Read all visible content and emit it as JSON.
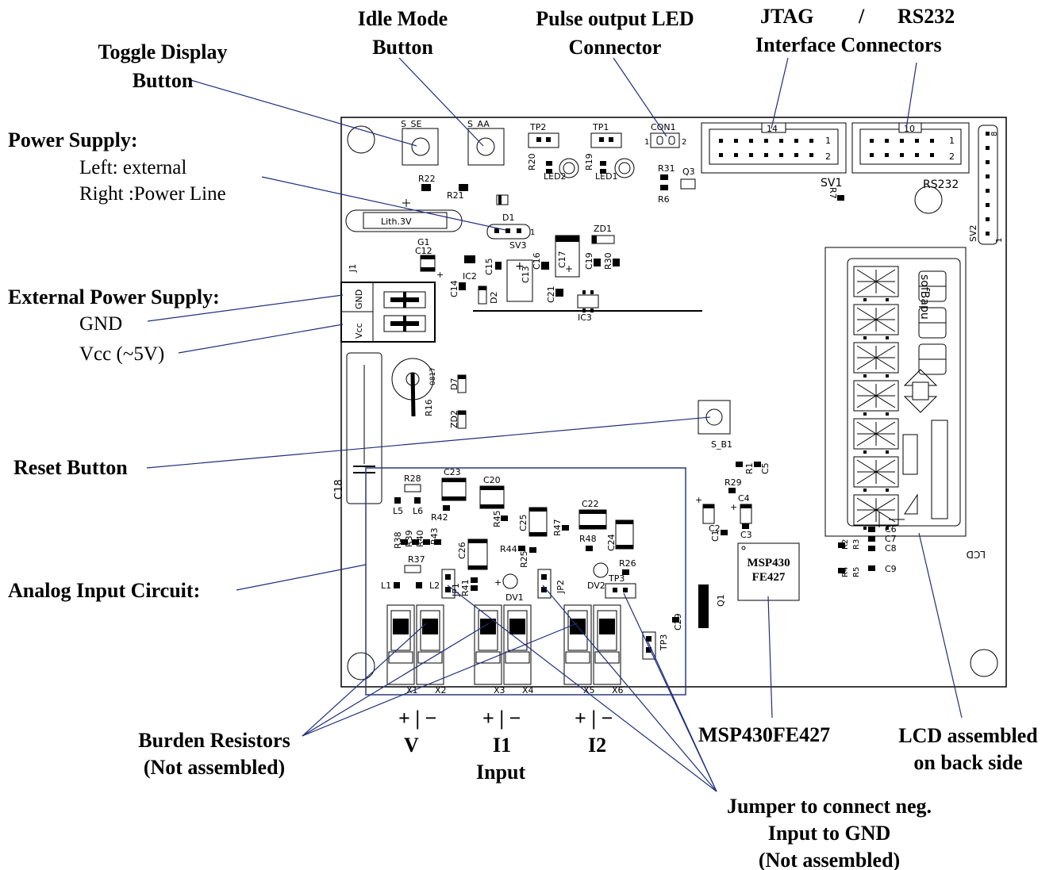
{
  "labels": {
    "toggle_display": [
      "Toggle Display",
      "Button"
    ],
    "idle_mode": [
      "Idle Mode",
      "Button"
    ],
    "pulse_led": [
      "Pulse output LED",
      "Connector"
    ],
    "jtag_rs232": [
      "JTAG",
      "/",
      "RS232",
      "Interface Connectors"
    ],
    "power_supply_title": "Power Supply:",
    "power_supply_left": "Left:   external",
    "power_supply_right": "Right :Power Line",
    "external_power_title": "External Power Supply:",
    "external_power_gnd": "GND",
    "external_power_vcc": "Vcc (~5V)",
    "reset_button": "Reset Button",
    "analog_input": "Analog Input Circuit:",
    "burden_resistors": [
      "Burden Resistors",
      "(Not assembled)"
    ],
    "polarity": "+ | −",
    "input_v": "V",
    "input_i1": "I1",
    "input_i2": "I2",
    "input_word": "Input",
    "msp430": "MSP430FE427",
    "lcd_back": [
      "LCD assembled",
      "on back side"
    ],
    "jumper_note": [
      "Jumper to connect neg.",
      "Input to GND",
      "(Not assembled)"
    ]
  },
  "chip_label": [
    "MSP430",
    "FE427"
  ],
  "board": {
    "silkscreen": {
      "s_se": "S_SE",
      "s_aa": "S_AA",
      "tp2": "TP2",
      "tp1": "TP1",
      "con1": "CON1",
      "con1_1": "1",
      "con1_2": "2",
      "sv1_14": "14",
      "sv1_1": "1",
      "sv1_2": "2",
      "sv1": "SV1",
      "rs_10": "10",
      "rs_1": "1",
      "rs_2": "2",
      "rs232": "RS232",
      "sv2": "SV2",
      "sv2_8": "8",
      "sv2_1": "1",
      "r20": "R20",
      "led2": "LED2",
      "r19": "R19",
      "led1": "LED1",
      "r31": "R31",
      "q3": "Q3",
      "r6": "R6",
      "r7": "R7",
      "r22": "R22",
      "r21": "R21",
      "lith": "Lith.3V",
      "g1": "G1",
      "d1": "D1",
      "sv3": "SV3",
      "sv3_1": "1",
      "c12": "C12",
      "zd1": "ZD1",
      "c15": "C15",
      "c16": "C16",
      "c13": "C13",
      "c17": "C17",
      "c19": "C19",
      "r30": "R30",
      "ic2": "IC2",
      "c14": "C14",
      "d2": "D2",
      "c21": "C21",
      "ic3": "IC3",
      "j1": "J1",
      "gnd": "GND",
      "vcc": "Vcc",
      "d7": "D7",
      "r16": "R16",
      "r16val": "0817",
      "zd2": "ZD2",
      "s_b1": "S_B1",
      "c18": "C18",
      "r28": "R28",
      "l5": "L5",
      "l6": "L6",
      "c23": "C23",
      "c20": "C20",
      "r42": "R42",
      "c22": "C22",
      "r45": "R45",
      "c25": "C25",
      "r47": "R47",
      "r38": "R38",
      "r39": "R39",
      "r40": "R40",
      "r43": "R43",
      "c26": "C26",
      "r44": "R44",
      "r25": "R25",
      "r48": "R48",
      "c24": "C24",
      "r37": "R37",
      "l1": "L1",
      "l2": "L2",
      "jp1": "JP1",
      "r41": "R41",
      "dv1": "DV1",
      "jp2": "JP2",
      "dv2": "DV2",
      "r26": "R26",
      "tp3": "TP3",
      "c29": "C29",
      "x1": "X1",
      "x2": "X2",
      "x3": "X3",
      "x4": "X4",
      "x5": "X5",
      "x6": "X6",
      "r1": "R1",
      "c5": "C5",
      "r29": "R29",
      "c4": "C4",
      "c2": "C2",
      "c1": "C1",
      "c3": "C3",
      "q1": "Q1",
      "c6": "C6",
      "c7": "C7",
      "c8": "C8",
      "c9": "C9",
      "r2": "R2",
      "r3": "R3",
      "r4": "R4",
      "r5": "R5",
      "lcd": "LCD",
      "lcd_txt1": "sofBapu",
      "pin1": "1"
    }
  },
  "colors": {
    "leader": "#1f2f7a",
    "ink": "#000000",
    "frame": "#2a3a7a"
  }
}
